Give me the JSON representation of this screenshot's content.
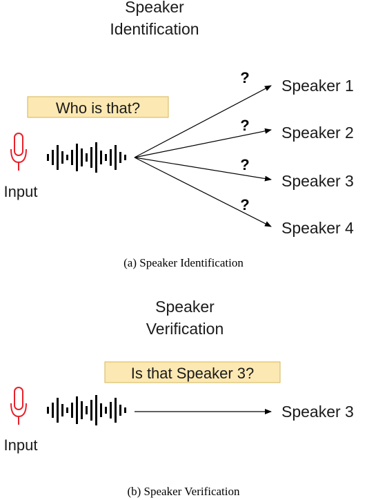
{
  "panel_a": {
    "title_line1": "Speaker",
    "title_line2": "Identification",
    "question": "Who is that?",
    "input_label": "Input",
    "question_mark": "?",
    "speakers": [
      "Speaker 1",
      "Speaker 2",
      "Speaker 3",
      "Speaker 4"
    ],
    "caption": "(a)  Speaker Identification"
  },
  "panel_b": {
    "title_line1": "Speaker",
    "title_line2": "Verification",
    "question": "Is that Speaker 3?",
    "input_label": "Input",
    "speaker": "Speaker 3",
    "caption": "(b)  Speaker Verification"
  },
  "colors": {
    "mic": "#e8202a",
    "highlight_fill": "#fce8b2",
    "highlight_border": "#d6b656",
    "ink": "#000000",
    "text": "#1a1a1a"
  },
  "icons": {
    "microphone": "microphone-icon",
    "waveform": "waveform-icon"
  }
}
